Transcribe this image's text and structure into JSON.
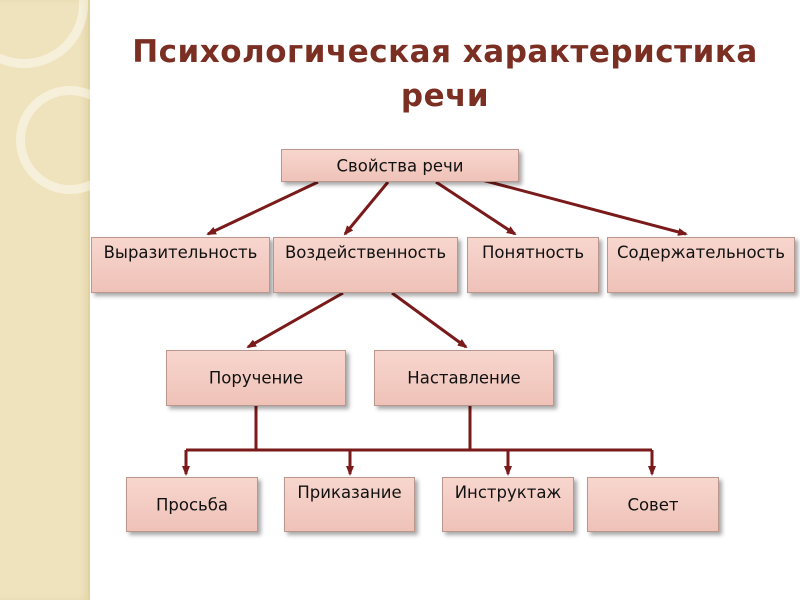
{
  "title": "Психологическая характеристика речи",
  "colors": {
    "arrow": "#7a1a1a",
    "title": "#7b2e22",
    "box_fill": "#f4cec6",
    "side_band": "#efe3bd"
  },
  "nodes": {
    "root": "Свойства речи",
    "level1": [
      "Выразительность",
      "Воздейственность",
      "Понятность",
      "Содержательность"
    ],
    "level2": [
      "Поручение",
      "Наставление"
    ],
    "level3": [
      "Просьба",
      "Приказание",
      "Инструктаж",
      "Совет"
    ]
  }
}
